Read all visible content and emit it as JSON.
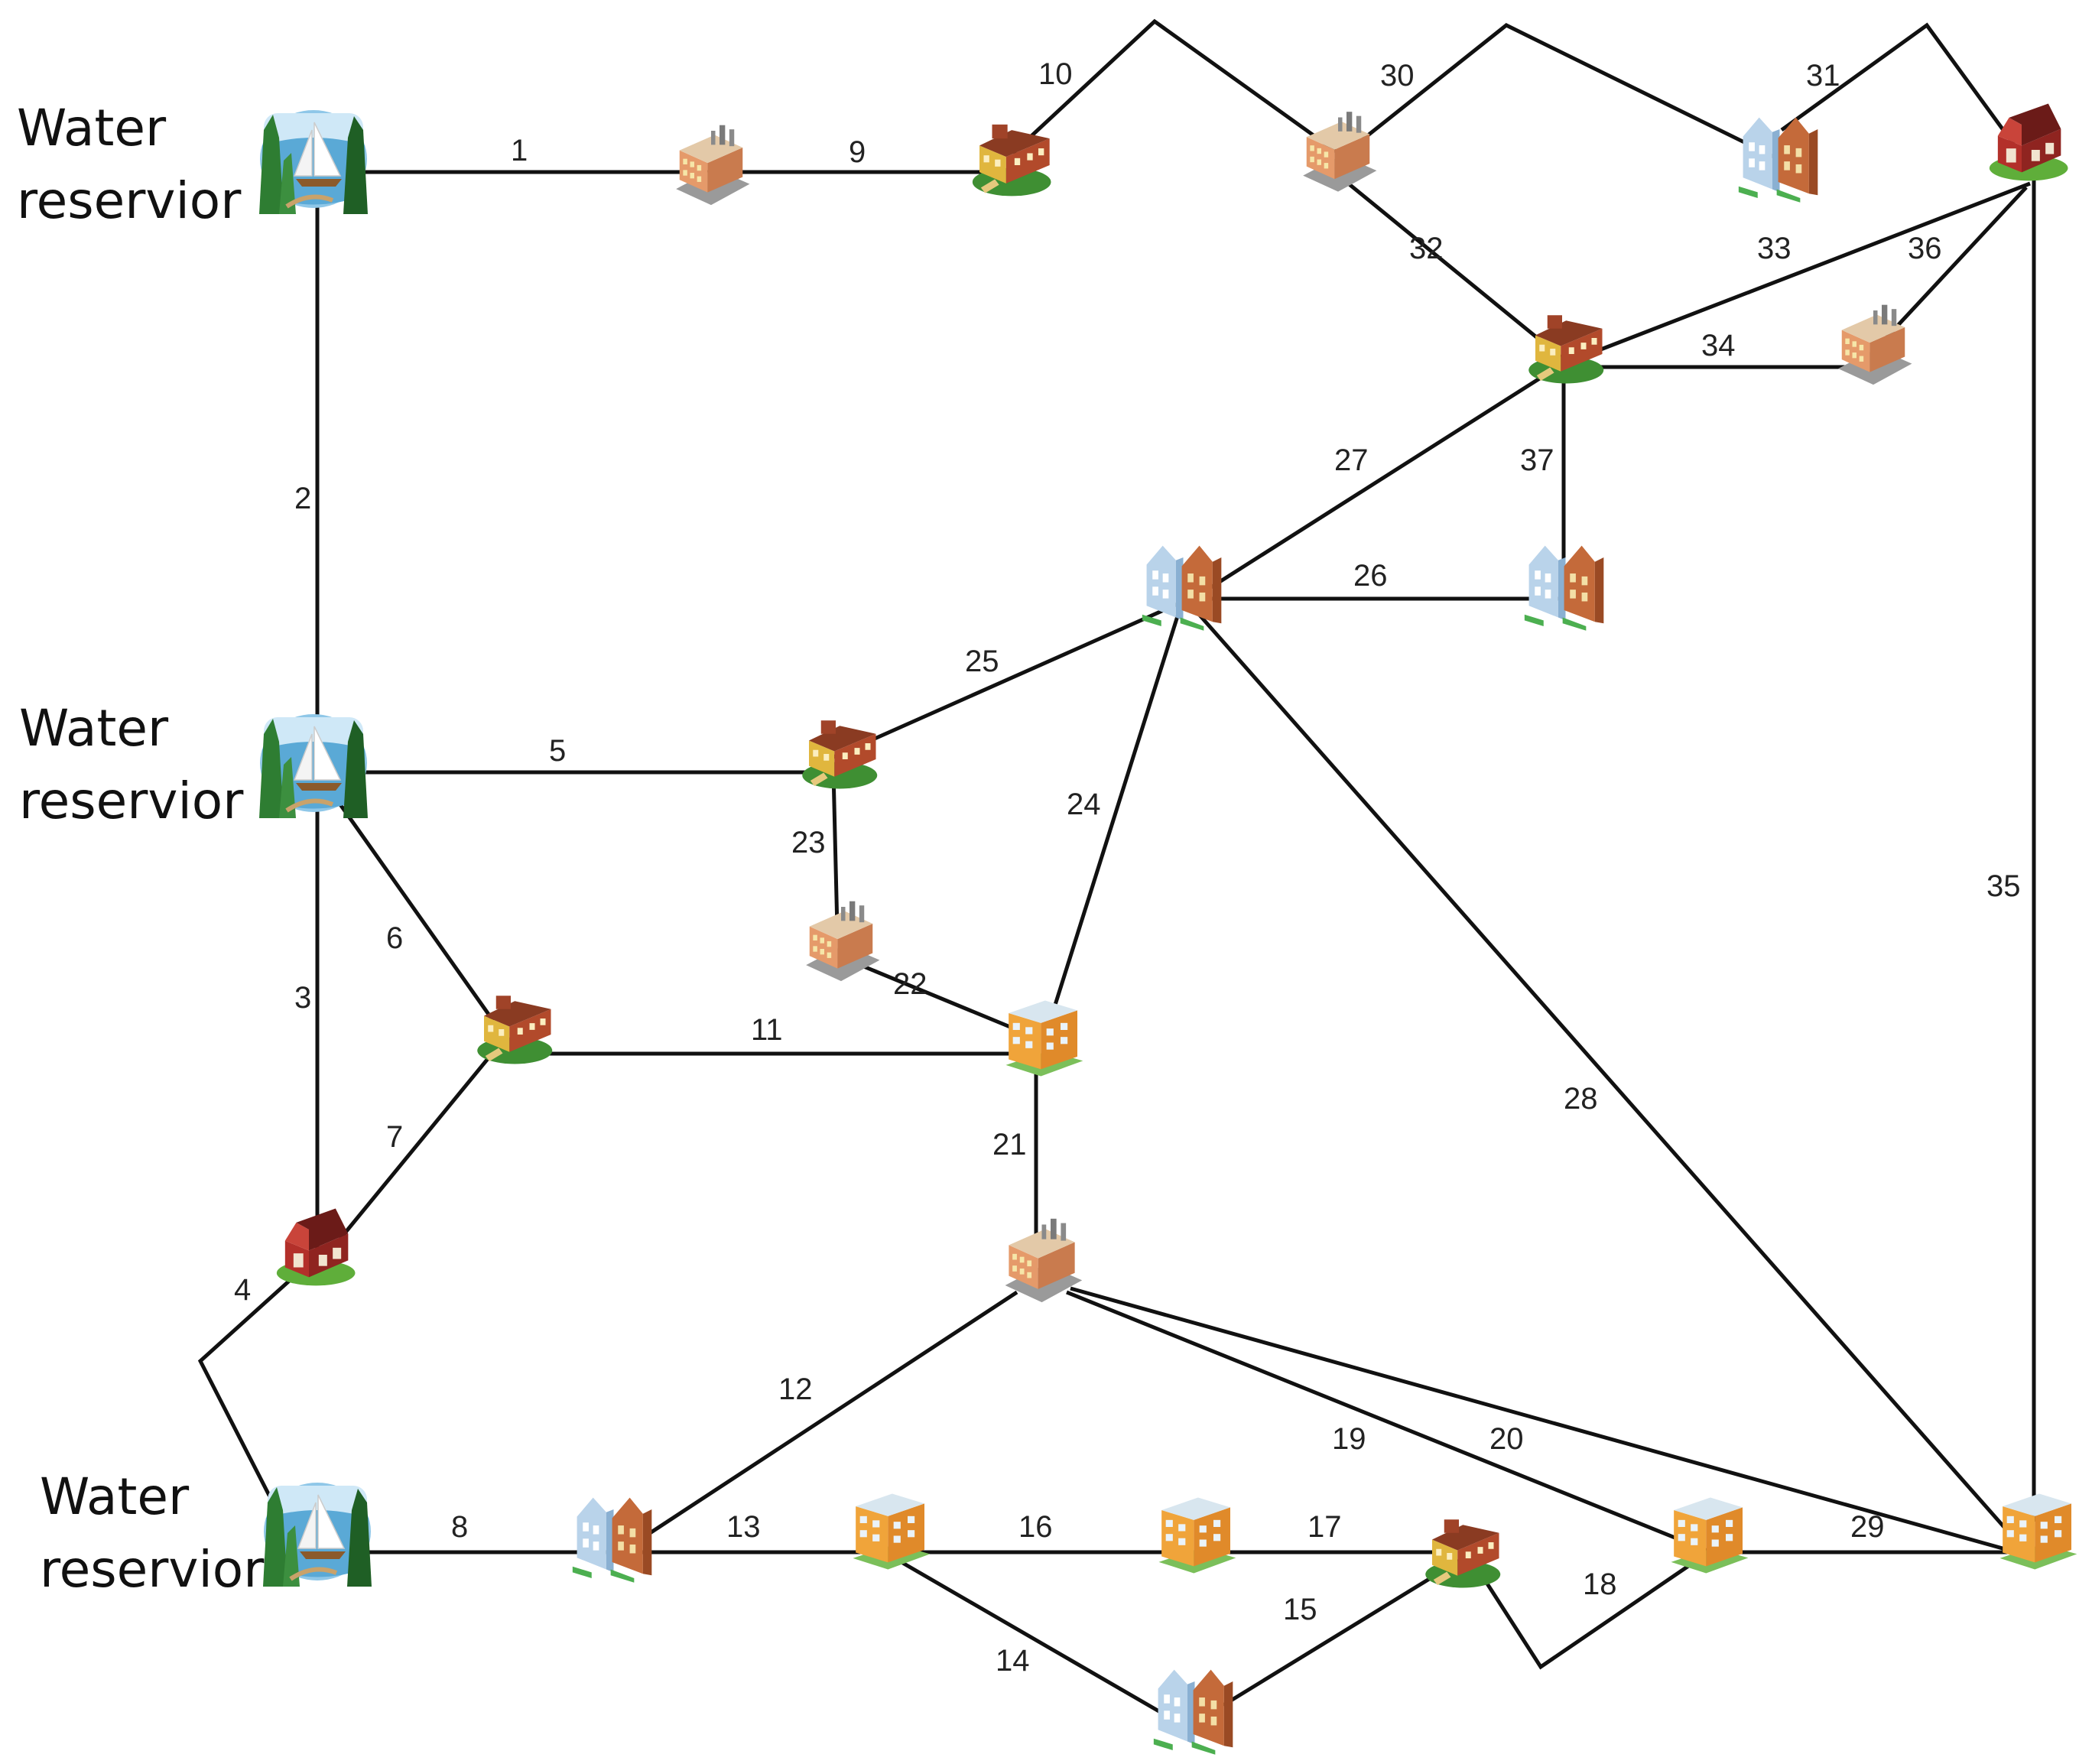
{
  "reservoir_label": [
    "Water",
    "reservior"
  ],
  "pipe_labels": {
    "p1": "1",
    "p2": "2",
    "p3": "3",
    "p4": "4",
    "p5": "5",
    "p6": "6",
    "p7": "7",
    "p8": "8",
    "p9": "9",
    "p10": "10",
    "p11": "11",
    "p12": "12",
    "p13": "13",
    "p14": "14",
    "p15": "15",
    "p16": "16",
    "p17": "17",
    "p18": "18",
    "p19": "19",
    "p20": "20",
    "p21": "21",
    "p22": "22",
    "p23": "23",
    "p24": "24",
    "p25": "25",
    "p26": "26",
    "p27": "27",
    "p28": "28",
    "p29": "29",
    "p30": "30",
    "p31": "31",
    "p32": "32",
    "p33": "33",
    "p34": "34",
    "p35": "35",
    "p36": "36",
    "p37": "37"
  },
  "node_icons": {
    "reservoir": "lake-sailboat-icon",
    "factory": "factory-icon",
    "school": "school-building-icon",
    "houses": "row-houses-icon",
    "apartment": "apartment-building-icon",
    "barn": "red-barn-icon"
  },
  "colors": {
    "pipe": "#111111",
    "water": "#5aa9d6",
    "trees": "#2e7d32",
    "brick": "#c0603a",
    "barn": "#b3302a",
    "grass": "#5fae3a"
  }
}
